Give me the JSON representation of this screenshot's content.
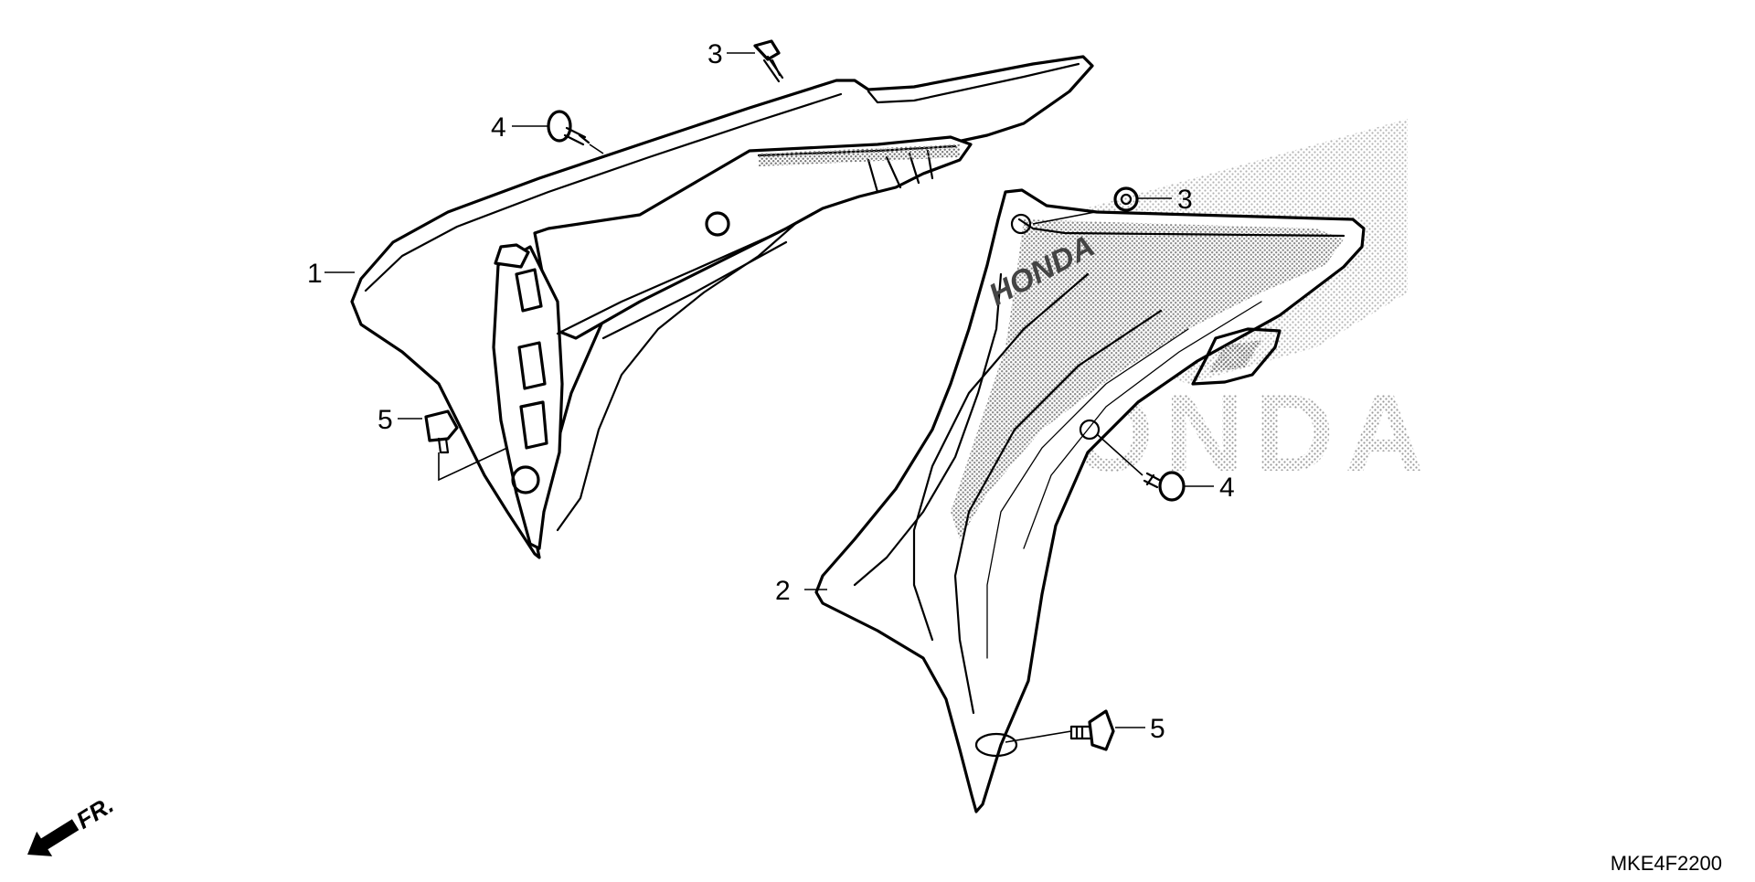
{
  "diagram": {
    "code": "MKE4F2200",
    "front_indicator": "FR.",
    "brand_marks": [
      "HONDA",
      "HONDA"
    ]
  },
  "callouts": [
    {
      "id": "c1",
      "label": "1",
      "part": "left radiator shroud"
    },
    {
      "id": "c2",
      "label": "2",
      "part": "right radiator shroud"
    },
    {
      "id": "c3a",
      "label": "3",
      "part": "screw"
    },
    {
      "id": "c3b",
      "label": "3",
      "part": "screw"
    },
    {
      "id": "c4a",
      "label": "4",
      "part": "collar bolt"
    },
    {
      "id": "c4b",
      "label": "4",
      "part": "collar bolt"
    },
    {
      "id": "c5a",
      "label": "5",
      "part": "flange bolt"
    },
    {
      "id": "c5b",
      "label": "5",
      "part": "flange bolt"
    }
  ]
}
